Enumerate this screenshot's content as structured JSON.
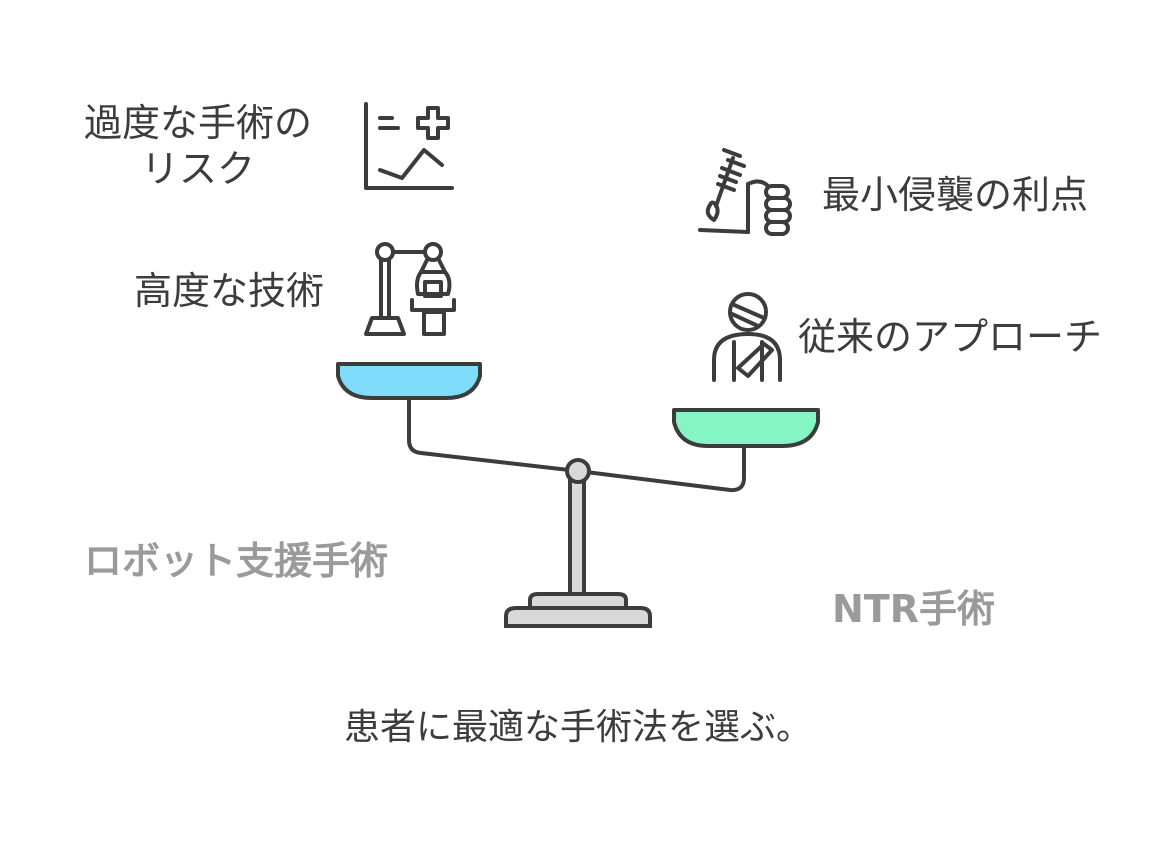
{
  "left_side": {
    "title": "ロボット支援手術",
    "items": [
      {
        "label_lines": [
          "過度な手術の",
          "リスク"
        ],
        "icon": "risk-chart-icon"
      },
      {
        "label": "高度な技術",
        "icon": "robotic-arm-icon"
      }
    ]
  },
  "right_side": {
    "title": "NTR手術",
    "items": [
      {
        "label": "最小侵襲の利点",
        "icon": "injection-hand-icon"
      },
      {
        "label": "従来のアプローチ",
        "icon": "injured-patient-icon"
      }
    ]
  },
  "caption": "患者に最適な手術法を選ぶ。",
  "colors": {
    "left_pan": "#7fdcfb",
    "right_pan": "#86f5c5",
    "stroke": "#3c3c3c",
    "stand": "#d9d9d9",
    "title": "#9a9a9a"
  }
}
